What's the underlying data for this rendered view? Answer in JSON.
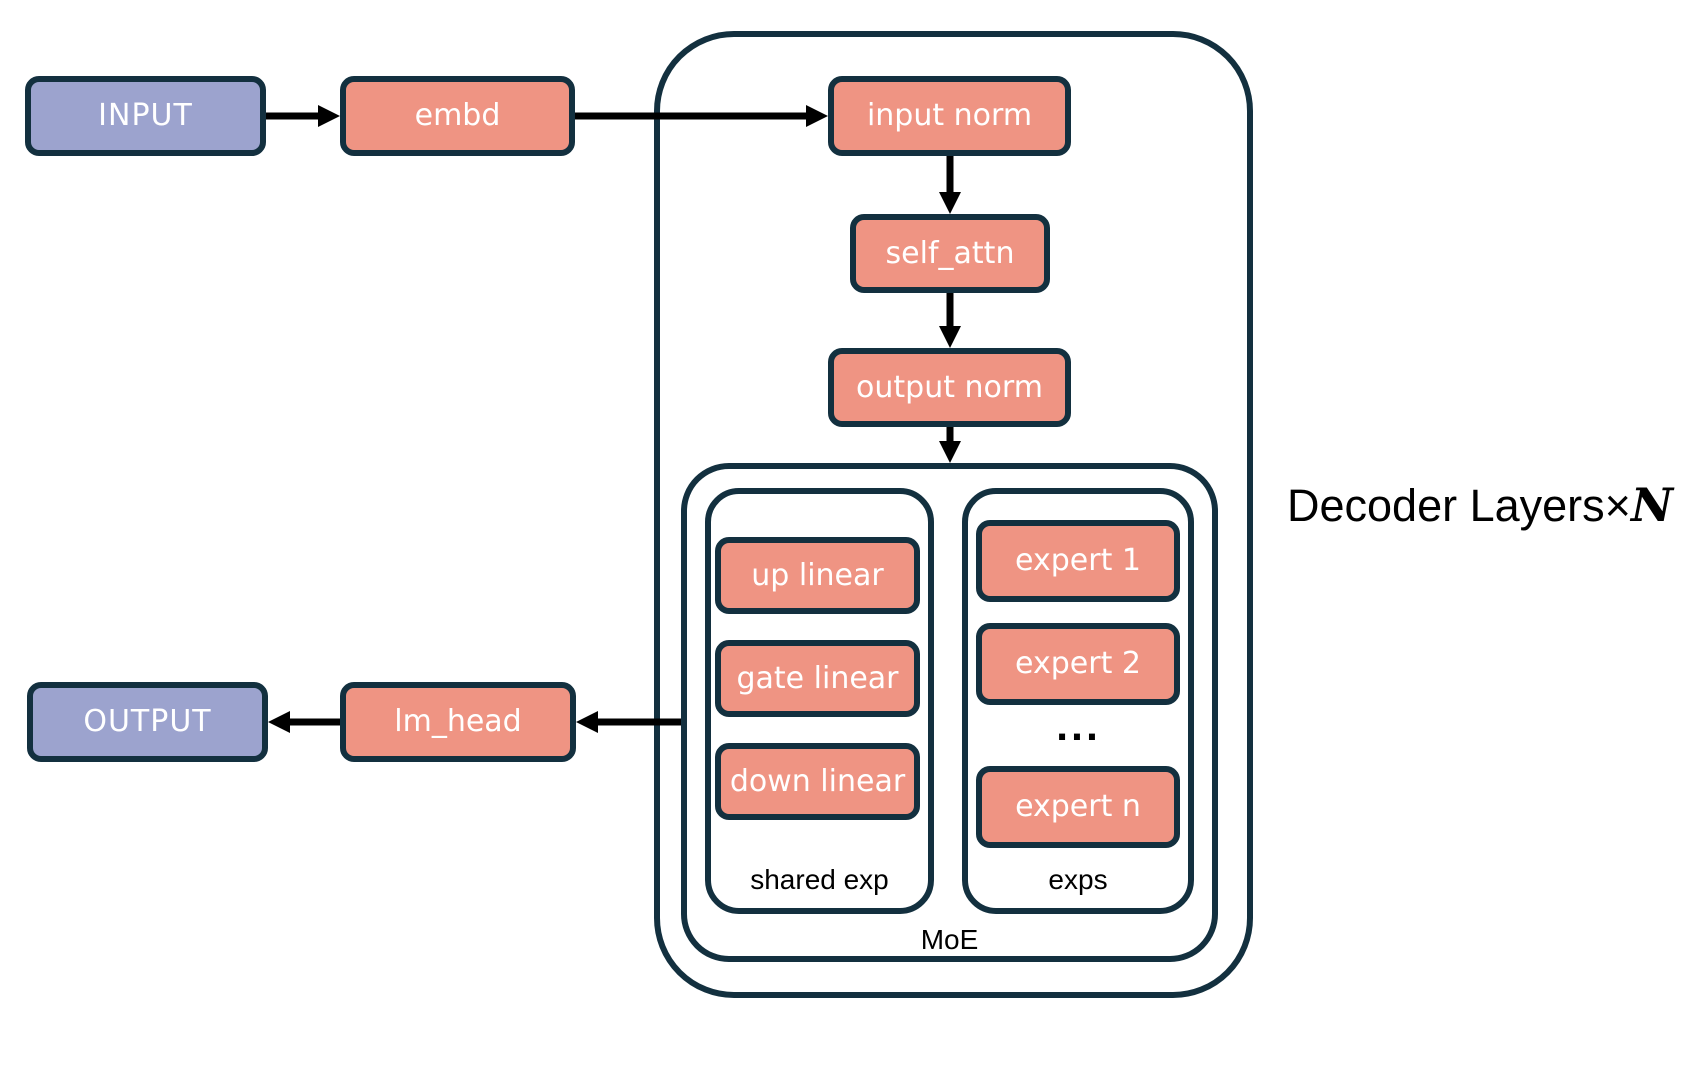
{
  "colors": {
    "navy": "#13303f",
    "salmon": "#ef9483",
    "purple": "#9ca3ce",
    "arrow": "#000000",
    "background": "#ffffff"
  },
  "nodes": {
    "input": "INPUT",
    "embd": "embd",
    "input_norm": "input norm",
    "self_attn": "self_attn",
    "output_norm": "output norm",
    "up_linear": "up linear",
    "gate_linear": "gate linear",
    "down_linear": "down linear",
    "expert_1": "expert 1",
    "expert_2": "expert 2",
    "experts_ellipsis": "...",
    "expert_n": "expert n",
    "lm_head": "lm_head",
    "output": "OUTPUT"
  },
  "groups": {
    "shared_exp": "shared exp",
    "exps": "exps",
    "moe": "MoE"
  },
  "annotation": {
    "decoder_layers": "Decoder Layers×",
    "n": "N"
  }
}
